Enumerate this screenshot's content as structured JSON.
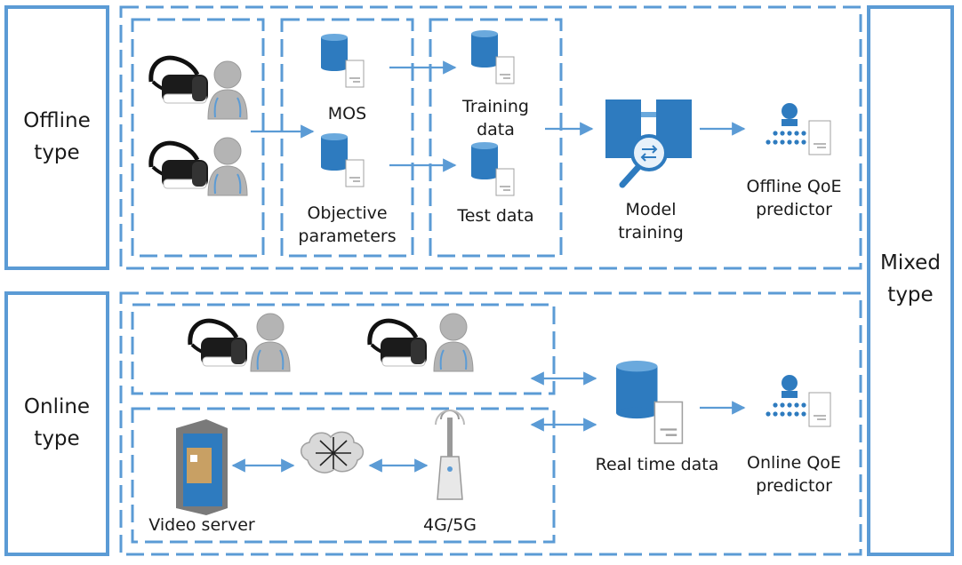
{
  "colors": {
    "frame_blue": "#5b9bd5",
    "icon_blue": "#2e7bbf",
    "user_gray": "#b4b4b4",
    "text": "#1a1a1a"
  },
  "side_labels": {
    "offline": "Offline\ntype",
    "online": "Online\ntype",
    "mixed": "Mixed\ntype"
  },
  "offline": {
    "mos_label": "MOS",
    "objective_label": "Objective\nparameters",
    "training_label": "Training\ndata",
    "test_label": "Test data",
    "model_label": "Model\ntraining",
    "predictor_label": "Offline QoE\npredictor"
  },
  "online": {
    "server_label": "Video server",
    "network_label": "4G/5G",
    "realtime_label": "Real time data",
    "predictor_label": "Online QoE\npredictor"
  },
  "icons": [
    "vr-headset-icon",
    "user-icon",
    "database-icon",
    "document-icon",
    "model-training-icon",
    "magnifier-icon",
    "predictor-icon",
    "video-server-icon",
    "cloud-network-icon",
    "antenna-icon"
  ]
}
